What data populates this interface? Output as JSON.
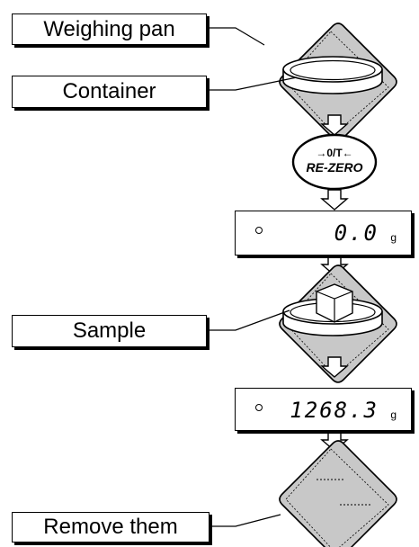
{
  "labels": {
    "weighing_pan": "Weighing pan",
    "container": "Container",
    "sample": "Sample",
    "remove_them": "Remove them"
  },
  "rezero_button": {
    "top_text": "→0/T←",
    "main_text": "RE-ZERO"
  },
  "displays": [
    {
      "value": "0.0",
      "unit": "g"
    },
    {
      "value": "1268.3",
      "unit": "g"
    }
  ],
  "colors": {
    "pan_fill": "#c8c8c8",
    "line": "#000000",
    "background": "#ffffff"
  }
}
